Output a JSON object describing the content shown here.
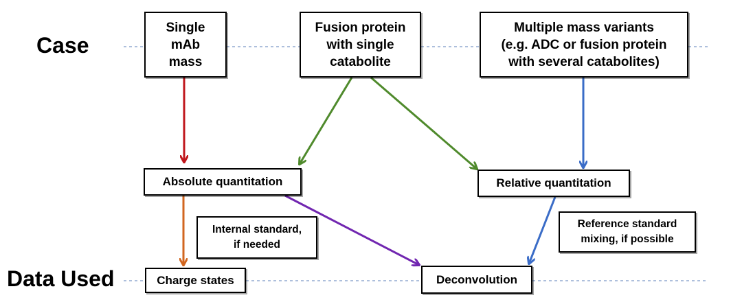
{
  "rows": {
    "case_label": "Case",
    "data_used_label": "Data Used"
  },
  "boxes": {
    "single_mab": "Single\nmAb\nmass",
    "fusion_protein": "Fusion protein\nwith single\ncatabolite",
    "multiple_variants": "Multiple mass variants\n(e.g. ADC or fusion protein\nwith several catabolites)",
    "absolute_quantitation": "Absolute quantitation",
    "relative_quantitation": "Relative quantitation",
    "internal_standard": "Internal standard,\nif needed",
    "reference_standard": "Reference standard\nmixing, if possible",
    "charge_states": "Charge states",
    "deconvolution": "Deconvolution"
  },
  "colors": {
    "red_arrow": "#c0161c",
    "green_arrow": "#4f8a2c",
    "blue_arrow": "#3a6cc7",
    "orange_arrow": "#d2661f",
    "purple_arrow": "#7126b0",
    "dashed_line": "#5b7fb8"
  }
}
